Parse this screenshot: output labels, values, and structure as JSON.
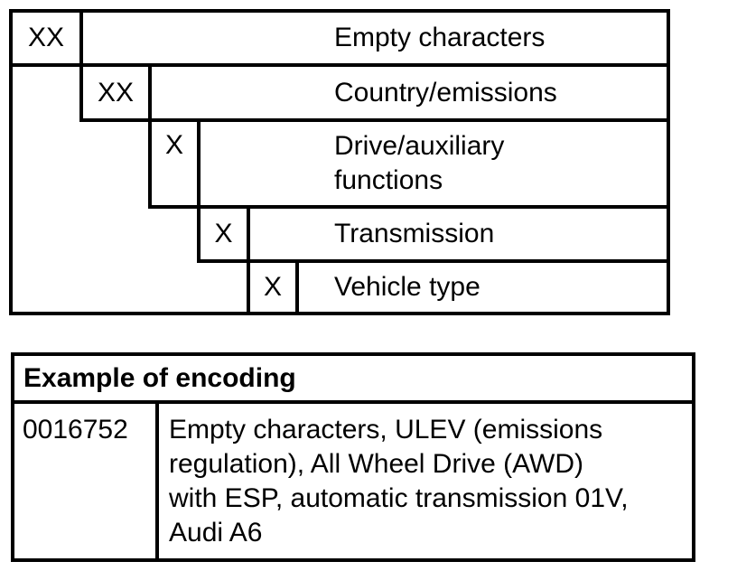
{
  "page": {
    "background": "#ffffff",
    "line_color": "#000000",
    "text_color": "#000000"
  },
  "structure_table": {
    "rows": [
      {
        "code": "XX",
        "label": "Empty characters"
      },
      {
        "code": "XX",
        "label": "Country/emissions"
      },
      {
        "code": "X",
        "label_line1": "Drive/auxiliary",
        "label_line2": "functions"
      },
      {
        "code": "X",
        "label": "Transmission"
      },
      {
        "code": "X",
        "label": "Vehicle type"
      }
    ]
  },
  "example_table": {
    "title": "Example of encoding",
    "code": "0016752",
    "description_lines": [
      "Empty characters, ULEV (emissions",
      "regulation), All Wheel Drive (AWD)",
      "with ESP, automatic transmission 01V,",
      "Audi A6"
    ]
  }
}
